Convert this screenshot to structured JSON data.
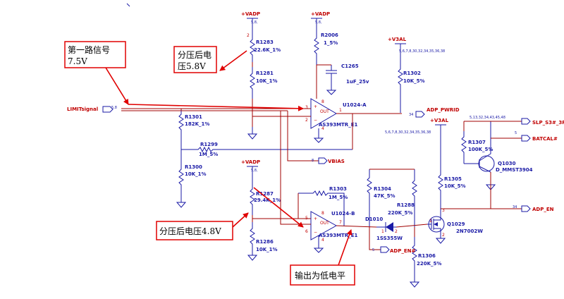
{
  "power": {
    "vadp_1": "+VADP",
    "vadp_1_ref": "5,8,",
    "vadp_2": "+VADP",
    "vadp_2_ref": "5,8,",
    "vadp_3": "+VADP",
    "vadp_3_ref": "5,8,",
    "v3al_1": "+V3AL",
    "v3al_1_ref": "5,6,7,8,30,32,34,35,36,38",
    "v3al_2": "+V3AL",
    "v3al_2_ref": "5,6,7,8,30,32,34,35,36,38"
  },
  "resistors": {
    "r1283": {
      "ref": "R1283",
      "val": "22.6K_1%"
    },
    "r1281": {
      "ref": "R1281",
      "val": "10K_1%"
    },
    "r2006": {
      "ref": "R2006",
      "val": "1_5%"
    },
    "r1302": {
      "ref": "R1302",
      "val": "10K_5%"
    },
    "r1301": {
      "ref": "R1301",
      "val": "182K_1%"
    },
    "r1299": {
      "ref": "R1299",
      "val": "1M_5%"
    },
    "r1300": {
      "ref": "R1300",
      "val": "10K_1%"
    },
    "r1307": {
      "ref": "R1307",
      "val": "100K_5%"
    },
    "r1287": {
      "ref": "R1287",
      "val": "29.4K_1%"
    },
    "r1286": {
      "ref": "R1286",
      "val": "10K_1%"
    },
    "r1303": {
      "ref": "R1303",
      "val": "1M_5%"
    },
    "r1304": {
      "ref": "R1304",
      "val": "47K_5%"
    },
    "r1288": {
      "ref": "R1288",
      "val": "220K_5%"
    },
    "r1305": {
      "ref": "R1305",
      "val": "10K_5%"
    },
    "r1306": {
      "ref": "R1306",
      "val": "220K_5%"
    }
  },
  "capacitor": {
    "ref": "C1265",
    "val": "1uF_25v"
  },
  "opamp_a": {
    "ref": "U1024-A",
    "part": "AS393MTR_E1",
    "out": "OUT"
  },
  "opamp_b": {
    "ref": "U1024-B",
    "part": "AS393MTR_E1",
    "out": "OUT"
  },
  "diode": {
    "ref": "D1010",
    "part": "1SS355W"
  },
  "q1029": {
    "ref": "Q1029",
    "part": "2N7002W"
  },
  "q1030": {
    "ref": "Q1030",
    "part": "D_MMST3904"
  },
  "nets": {
    "limit": "LIMITsignal",
    "limit_ref": "5,8",
    "adp_pwrid": "ADP_PWRID",
    "adp_pwrid_ref": "34",
    "vbias": "VBIAS",
    "vbias_ref": "8",
    "adp_en_hash": "ADP_EN#",
    "adp_en_hash_ref": "5",
    "slp": "SLP_S3#_3R",
    "slp_ref": "5,13,32,34,43,45,48",
    "batcal": "BATCAL#",
    "batcal_ref": "5",
    "adp_en": "ADP_EN",
    "adp_en_ref": "34"
  },
  "annotations": {
    "first_signal_line1": "第一路信号",
    "first_signal_line2": "7.5V",
    "divider_a_line1": "分压后电",
    "divider_a_line2": "压5.8V",
    "divider_b": "分压后电压4.8V",
    "output_low": "输出为低电平"
  },
  "colors": {
    "wire": "#a00000",
    "component": "#1a1aa6",
    "annotation": "#e00000",
    "label": "#c00000"
  }
}
